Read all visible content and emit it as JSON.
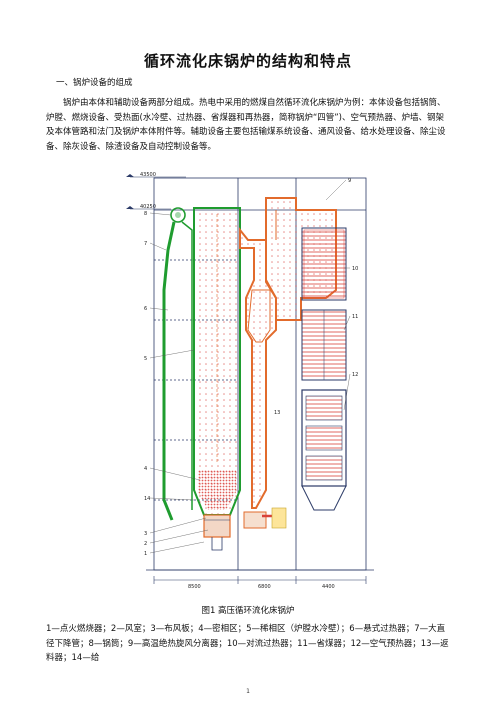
{
  "document": {
    "title": "循环流化床锅炉的结构和特点",
    "section_heading": "一、锅炉设备的组成",
    "paragraph": "锅炉由本体和辅助设备两部分组成。热电中采用的燃煤自然循环流化床锅炉为例：本体设备包括锅筒、炉膛、燃烧设备、受热面(水冷壁、过热器、省煤器和再热器，简称锅炉“四管”)、空气预热器、炉墙、钢架及本体管路和法门及锅炉本体附件等。辅助设备主要包括输煤系统设备、通风设备、给水处理设备、除尘设备、除灰设备、除渣设备及自动控制设备等。",
    "figure_caption": "图1    高压循环流化床锅炉",
    "figure_legend": "1—点火燃烧器；2—风室；3—布风板；4—密相区；5—稀相区（炉膛水冷壁）；6—悬式过热器；7—大直径下降管；8—锅筒；9—高温绝热旋风分离器；10—对流过热器；11—省煤器；12—空气预热器；13—返料器；14—给",
    "page_number": "1"
  },
  "figure": {
    "elevation_top": "43500",
    "elevation_upper": "40250",
    "dim_left": "8500",
    "dim_mid": "6800",
    "dim_right": "4400",
    "callouts": [
      "1",
      "2",
      "3",
      "4",
      "5",
      "6",
      "7",
      "8",
      "9",
      "10",
      "11",
      "12",
      "13",
      "14"
    ]
  },
  "colors": {
    "steel_frame": "#2b3a67",
    "water_wall": "#1f9c2f",
    "hot_refractory": "#e26b2c",
    "bed_particles": "#d9413a"
  }
}
